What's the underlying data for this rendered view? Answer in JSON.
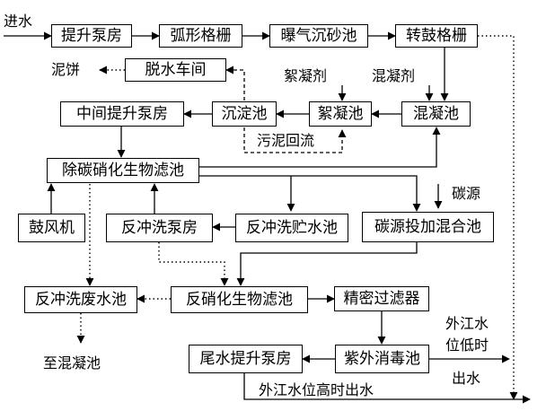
{
  "boxes": {
    "lift_pump": "提升泵房",
    "arc_screen": "弧形格栅",
    "aerated_grit": "曝气沉砂池",
    "drum_screen": "转鼓格栅",
    "dewatering": "脱水车间",
    "mid_lift_pump": "中间提升泵房",
    "sedimentation": "沉淀池",
    "flocculation": "絮凝池",
    "coagulation": "混凝池",
    "nitrification_filter": "除碳硝化生物滤池",
    "blower": "鼓风机",
    "backwash_pump": "反冲洗泵房",
    "backwash_storage": "反冲洗贮水池",
    "carbon_mixing": "碳源投加混合池",
    "backwash_waste": "反冲洗废水池",
    "denitrification_filter": "反硝化生物滤池",
    "fine_filter": "精密过滤器",
    "tail_pump": "尾水提升泵房",
    "uv_disinfection": "紫外消毒池"
  },
  "labels": {
    "inflow": "进水",
    "sludge_cake": "泥饼",
    "flocculant": "絮凝剂",
    "coagulant": "混凝剂",
    "sludge_return": "污泥回流",
    "carbon_source": "碳源",
    "river_low_line1": "外江水",
    "river_low_line2": "位低时",
    "river_low_line3": "出水",
    "river_high": "外江水位高时出水",
    "to_coagulation": "至混凝池"
  }
}
